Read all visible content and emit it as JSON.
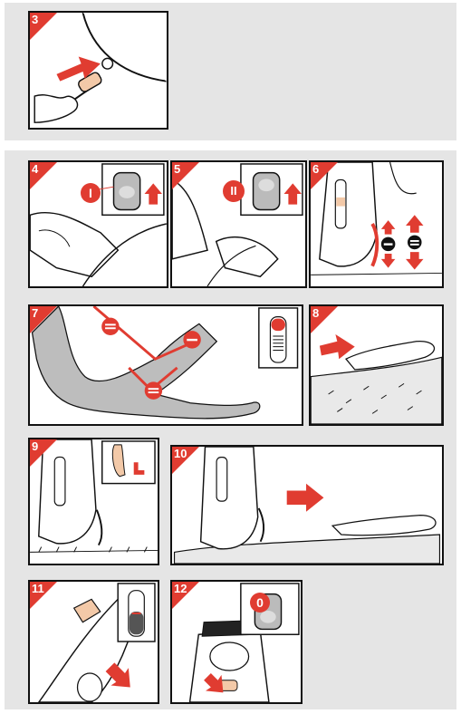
{
  "colors": {
    "accent": "#e03c31",
    "band": "#e5e5e5",
    "skin": "#f3c9a8"
  },
  "steps": [
    {
      "num": "3"
    },
    {
      "num": "4"
    },
    {
      "num": "5"
    },
    {
      "num": "6"
    },
    {
      "num": "7"
    },
    {
      "num": "8"
    },
    {
      "num": "9"
    },
    {
      "num": "10"
    },
    {
      "num": "11"
    },
    {
      "num": "12"
    }
  ],
  "switch_labels": {
    "step4": "I",
    "step5": "II",
    "step12": "0"
  },
  "icons": [
    "plug-icon",
    "arrow-up-icon",
    "arrow-right-icon",
    "arrow-down-icon",
    "speed-switch-icon",
    "hand-icon",
    "leg-icon",
    "cap-icon",
    "minus-icon",
    "equal-icon"
  ]
}
